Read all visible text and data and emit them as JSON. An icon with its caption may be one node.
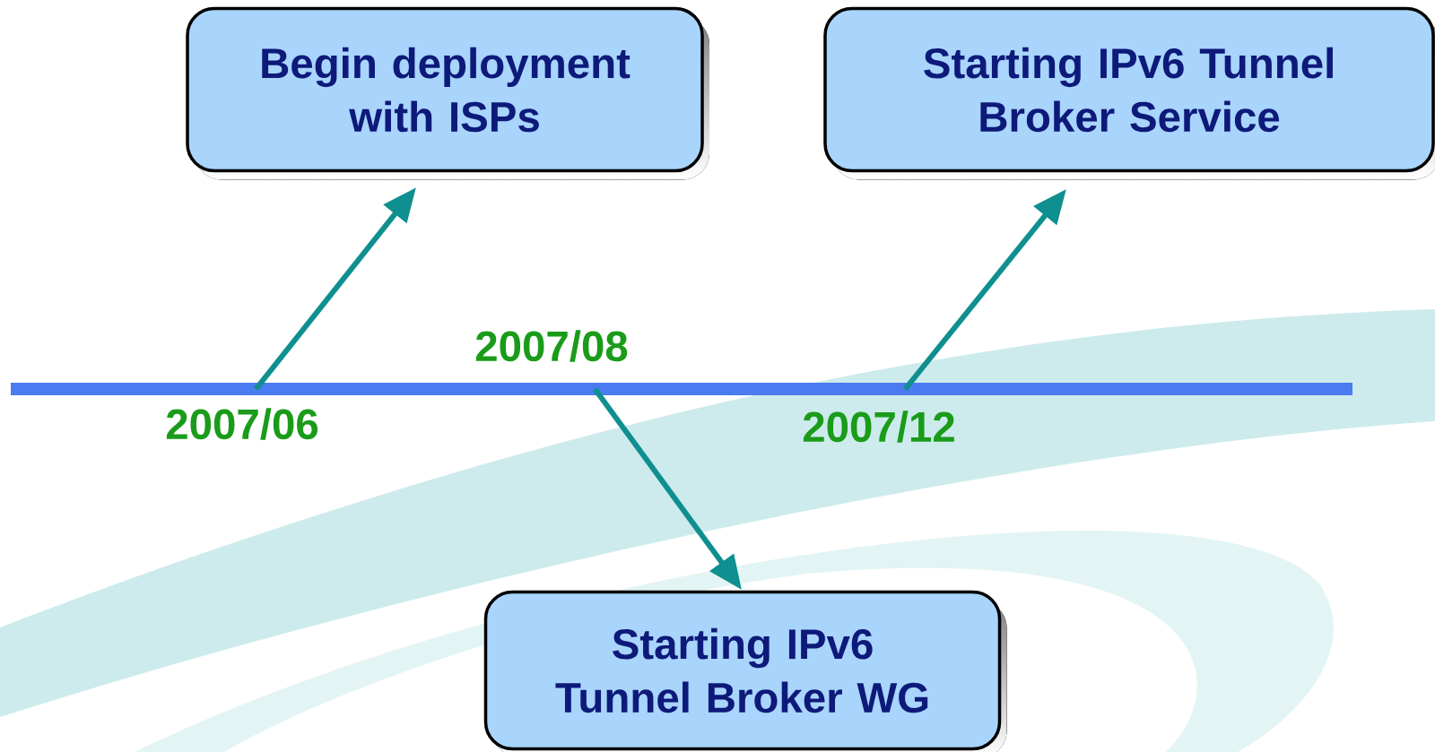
{
  "diagram": {
    "nodes": [
      {
        "text": [],
        "shape": "bar"
      },
      {
        "text": [
          "Begin deployment with ISPs"
        ]
      },
      {
        "text": [
          "Starting IPv6 Tunnel Broker Service"
        ]
      },
      {
        "text": [
          "Starting IPv6 Tunnel Broker WG"
        ]
      }
    ],
    "edges": [
      {
        "from": 0,
        "to": 1,
        "arrow": "to"
      },
      {
        "from": 0,
        "to": 3,
        "arrow": "to"
      },
      {
        "from": 0,
        "to": 2,
        "arrow": "to"
      }
    ],
    "labels": [
      "2007/08",
      "2007/06",
      "2007/12"
    ]
  }
}
